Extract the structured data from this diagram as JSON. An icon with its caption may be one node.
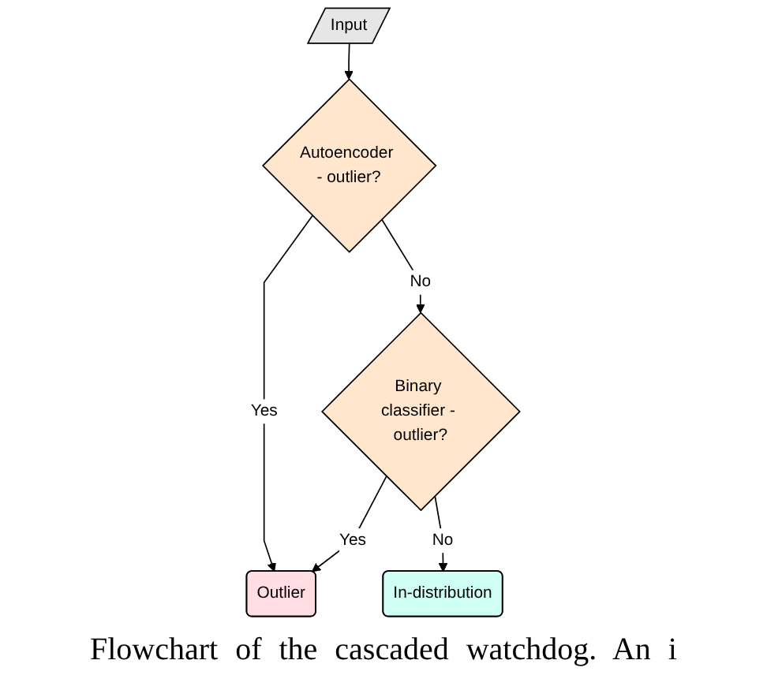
{
  "diagram": {
    "caption": "Flowchart of the cascaded watchdog. An i",
    "nodes": [
      {
        "text": [
          "Input"
        ]
      },
      {
        "text": [
          "Autoencoder - outlier?"
        ]
      },
      {
        "text": [
          "Outlier"
        ]
      },
      {
        "text": [
          "Binary classifier - outlier?"
        ]
      },
      {
        "text": [
          "In-distribution"
        ]
      }
    ],
    "edges": [
      {
        "from": 0,
        "to": 1,
        "arrow": "to"
      },
      {
        "from": 1,
        "to": 2,
        "arrow": "to",
        "label": "Yes"
      },
      {
        "from": 1,
        "to": 3,
        "arrow": "to",
        "label": "No"
      },
      {
        "from": 3,
        "to": 2,
        "arrow": "to",
        "label": "Yes"
      },
      {
        "from": 3,
        "to": 4,
        "arrow": "to",
        "label": "No"
      }
    ]
  }
}
